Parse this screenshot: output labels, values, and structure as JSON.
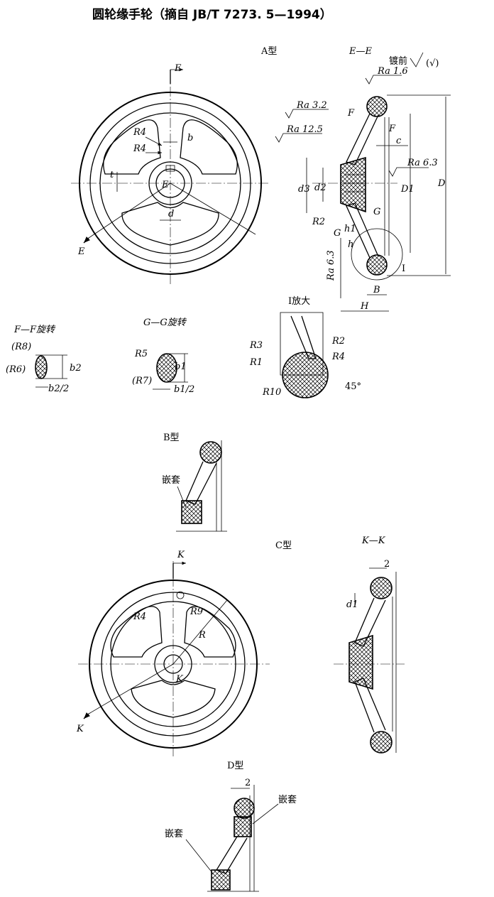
{
  "title": "圆轮缘手轮（摘自 JB/T 7273. 5—1994）",
  "views": {
    "type_a": "A型",
    "section_ee": "E—E",
    "section_ff": "F—F旋转",
    "section_gg": "G—G旋转",
    "detail_i": "I放大",
    "type_b": "B型",
    "type_c": "C型",
    "section_kk": "K—K",
    "type_d": "D型"
  },
  "roughness": {
    "plating_note": "镀前",
    "ra16": "Ra 1.6",
    "ra32": "Ra 3.2",
    "ra125": "Ra 12.5",
    "ra63_right": "Ra 6.3",
    "ra63_left": "Ra 6.3",
    "general_mark": "(√)"
  },
  "labels": {
    "E": "E",
    "F": "F",
    "G": "G",
    "K": "K",
    "I": "I",
    "R4": "R4",
    "b": "b",
    "t": "t",
    "d": "d",
    "c": "c",
    "d3": "d3",
    "d2": "d2",
    "D1": "D1",
    "D": "D",
    "R2": "R2",
    "h1": "h1",
    "h": "h",
    "B": "B",
    "H": "H",
    "R8": "(R8)",
    "R6": "(R6)",
    "b2": "b2",
    "b2half": "b2/2",
    "R5": "R5",
    "R7": "(R7)",
    "b1": "b1",
    "b1half": "b1/2",
    "R3": "R3",
    "R1": "R1",
    "R10": "R10",
    "angle45": "45°",
    "inlay": "嵌套",
    "R9": "R9",
    "R": "R",
    "two": "2",
    "d1": "d1"
  }
}
